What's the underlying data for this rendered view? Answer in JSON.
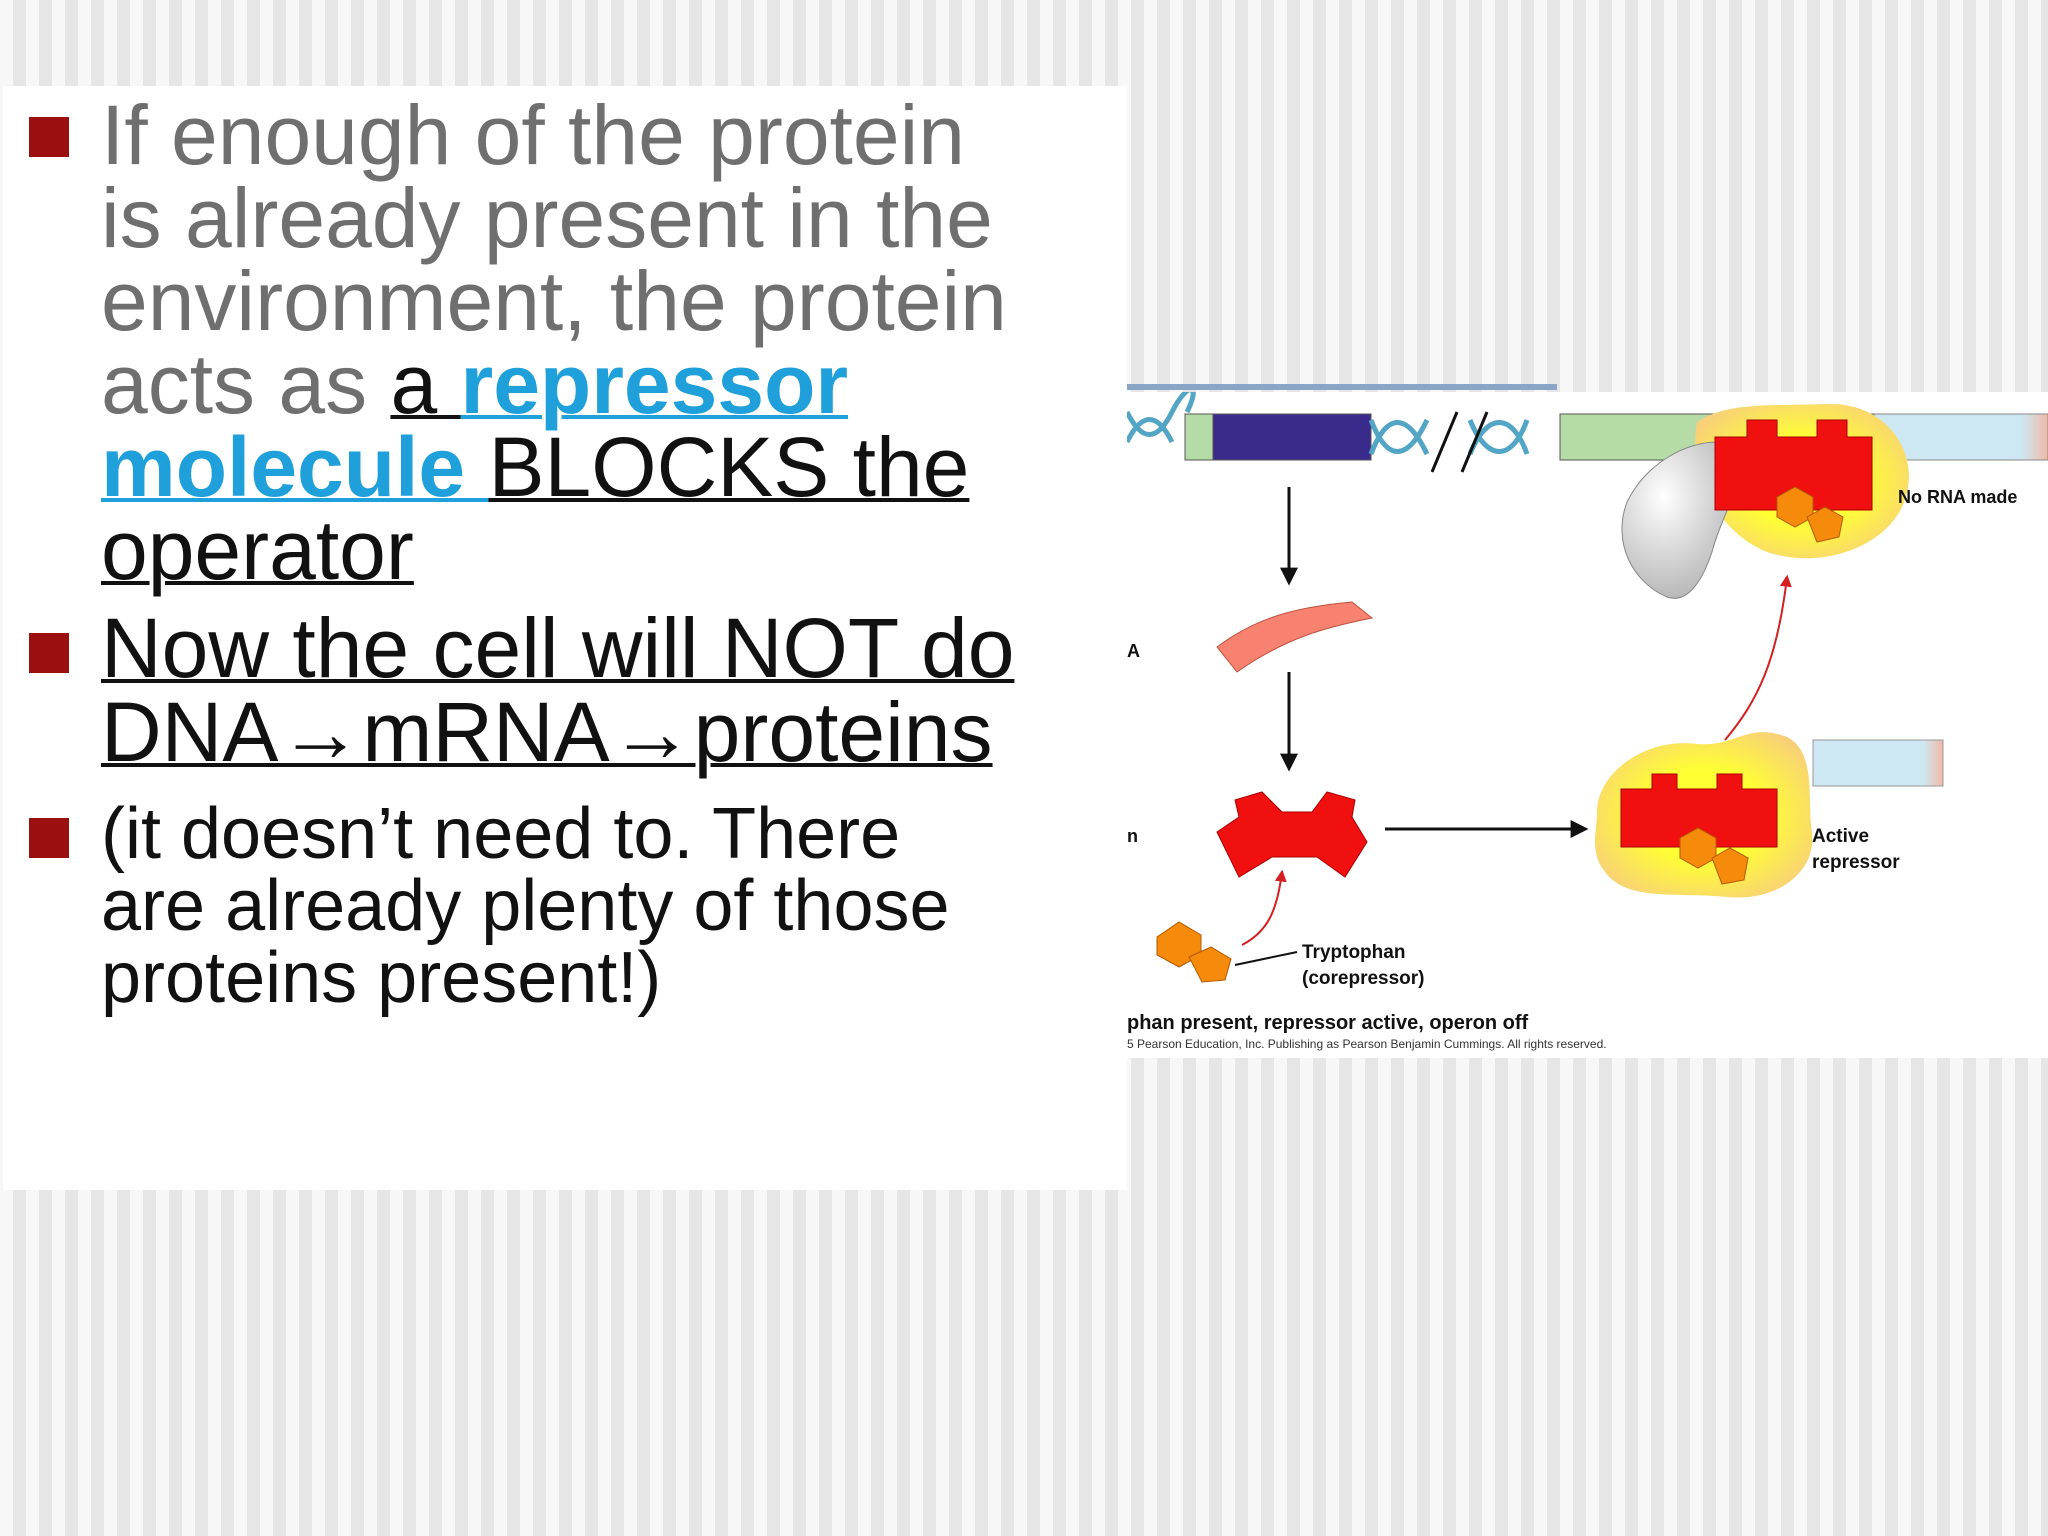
{
  "slide": {
    "bullets": [
      {
        "line1": "If enough of the protein",
        "line2": "is already present in the",
        "line3": "environment, the protein",
        "line4_plain": "acts as ",
        "line4_u_a": "a ",
        "line4_repressor": "repressor",
        "line5_molecule": "molecule ",
        "line5_rest": "BLOCKS the",
        "line6": "operator"
      },
      {
        "line1": "Now the cell will NOT do",
        "line2": "DNA→mRNA→proteins"
      },
      {
        "line1": "(it doesn’t need to. There",
        "line2": "are already plenty of those",
        "line3": "proteins present!)"
      }
    ],
    "colors": {
      "bullet": "#9b0f0f",
      "highlight": "#1fa0db",
      "gray_text": "#6f6f6f"
    }
  },
  "figure": {
    "labels": {
      "no_rna": "No RNA made",
      "active_line1": "Active",
      "active_line2": "repressor",
      "tryptophan": "Tryptophan",
      "corepressor": "(corepressor)",
      "left_cut_a": "A",
      "left_cut_n": "n",
      "caption": "­phan present, repressor active, operon off",
      "copyright": "5 Pearson Education, Inc. Publishing as Pearson Benjamin Cummings. All rights reserved."
    }
  }
}
